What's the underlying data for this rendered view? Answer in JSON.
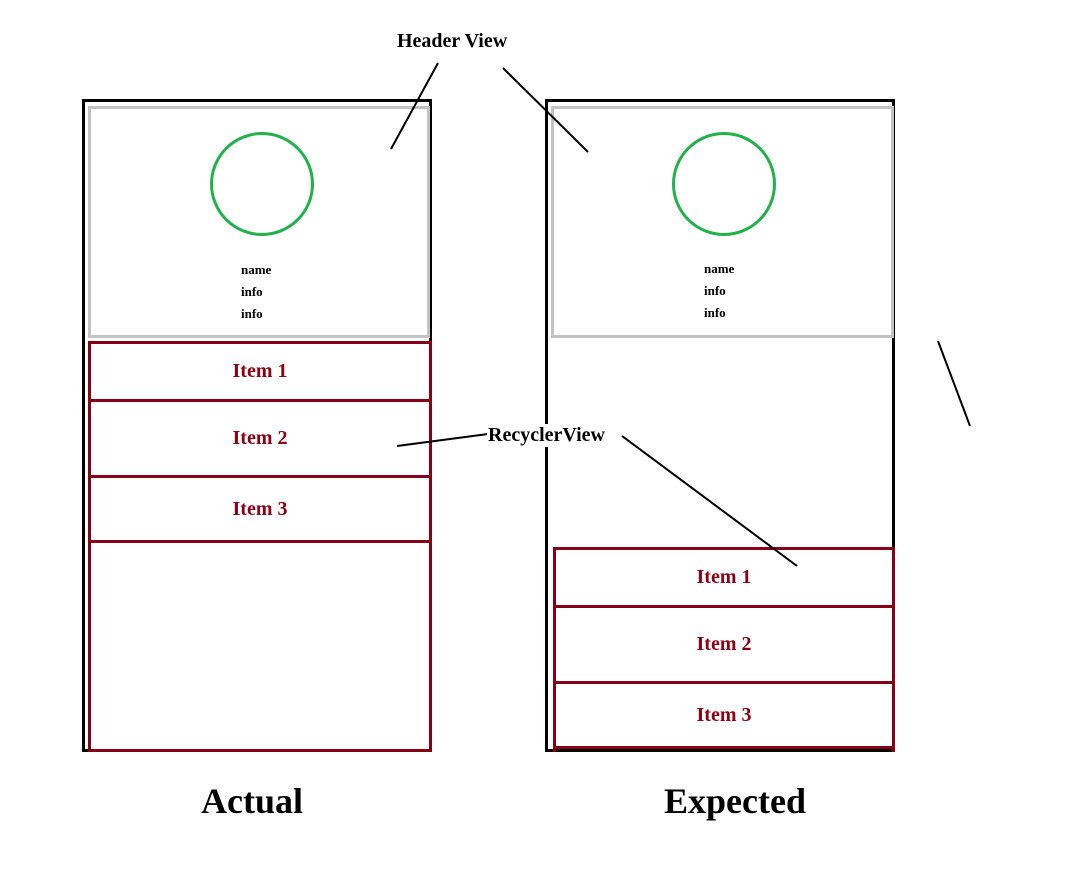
{
  "annotations": {
    "header_view": "Header View",
    "recycler_view": "RecyclerView"
  },
  "actual": {
    "caption": "Actual",
    "header": {
      "lines": [
        "name",
        "info",
        "info"
      ]
    },
    "items": [
      "Item 1",
      "Item 2",
      "Item 3"
    ]
  },
  "expected": {
    "caption": "Expected",
    "header": {
      "lines": [
        "name",
        "info",
        "info"
      ]
    },
    "items": [
      "Item 1",
      "Item 2",
      "Item 3"
    ]
  },
  "colors": {
    "frame": "#000000",
    "header_border": "#c3c3c3",
    "avatar_circle": "#22b14c",
    "recycler_border": "#880015",
    "item_text": "#880015"
  }
}
